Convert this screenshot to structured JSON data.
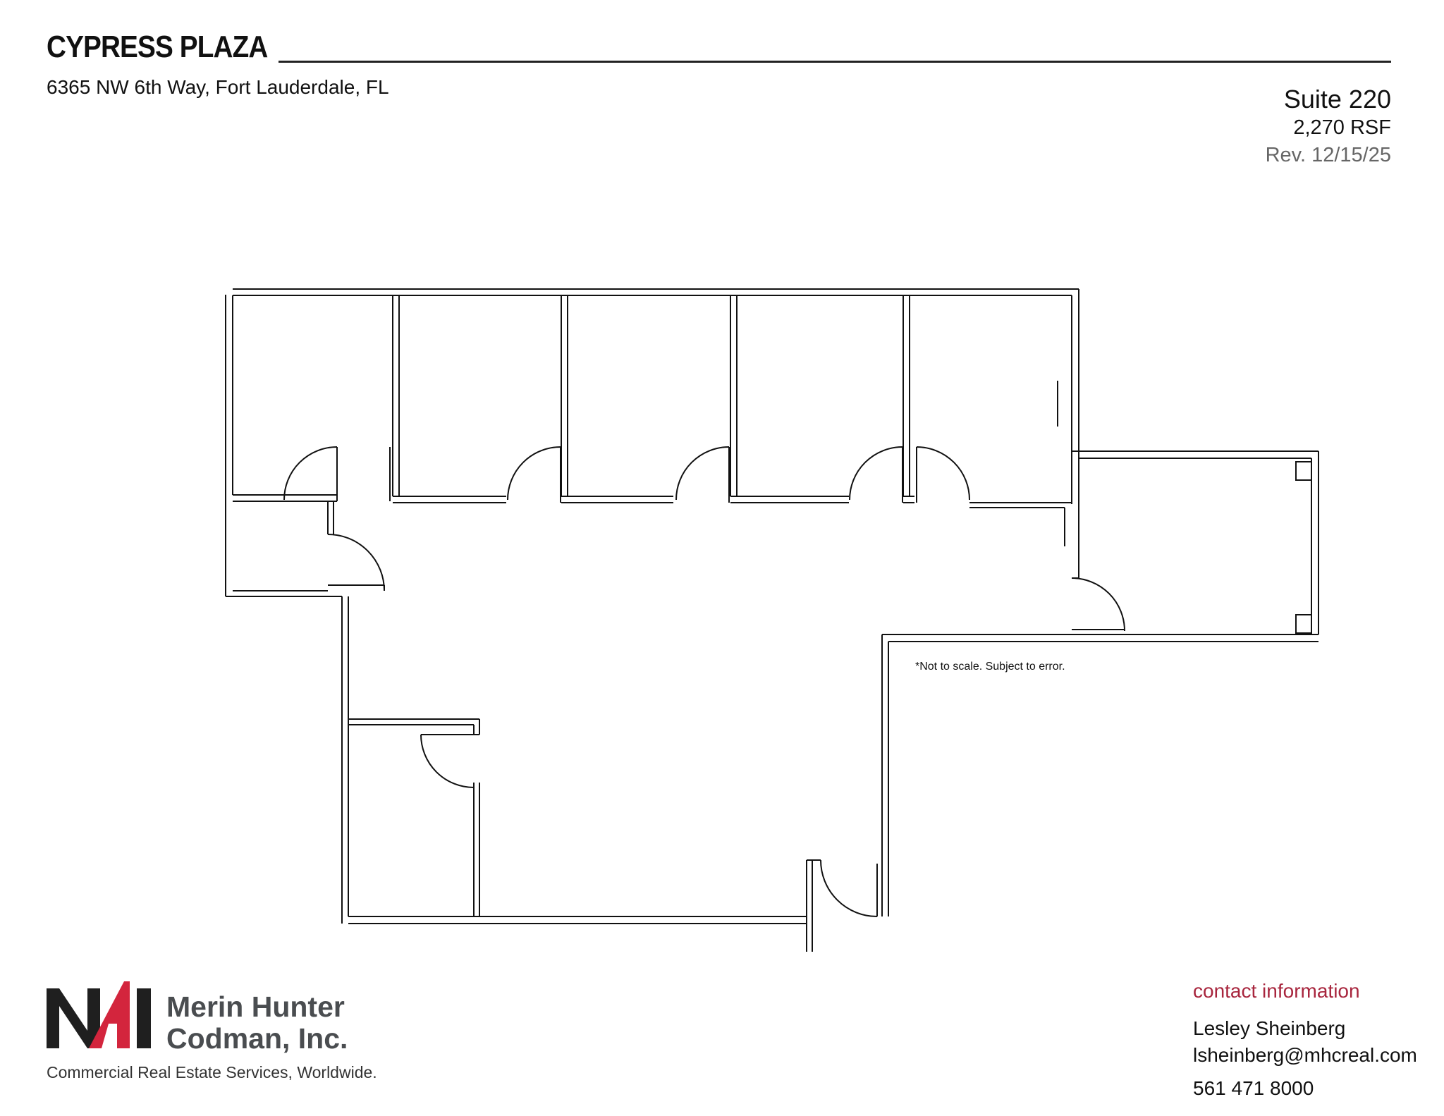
{
  "header": {
    "title": "CYPRESS PLAZA",
    "address": "6365 NW 6th Way, Fort Lauderdale, FL"
  },
  "suite": {
    "name": "Suite 220",
    "area": "2,270 RSF",
    "revision": "Rev. 12/15/25"
  },
  "plan": {
    "note": "*Not to scale.  Subject to error."
  },
  "footer": {
    "logo_text": "NAI",
    "firm_line1": "Merin Hunter",
    "firm_line2": "Codman, Inc.",
    "tagline": "Commercial Real Estate Services, Worldwide.",
    "logo_colors": {
      "dark": "#1f1f1f",
      "accent": "#d3253d"
    }
  },
  "contact": {
    "heading": "contact information",
    "name": "Lesley Sheinberg",
    "email": "lsheinberg@mhcreal.com",
    "phone": "561 471 8000"
  }
}
